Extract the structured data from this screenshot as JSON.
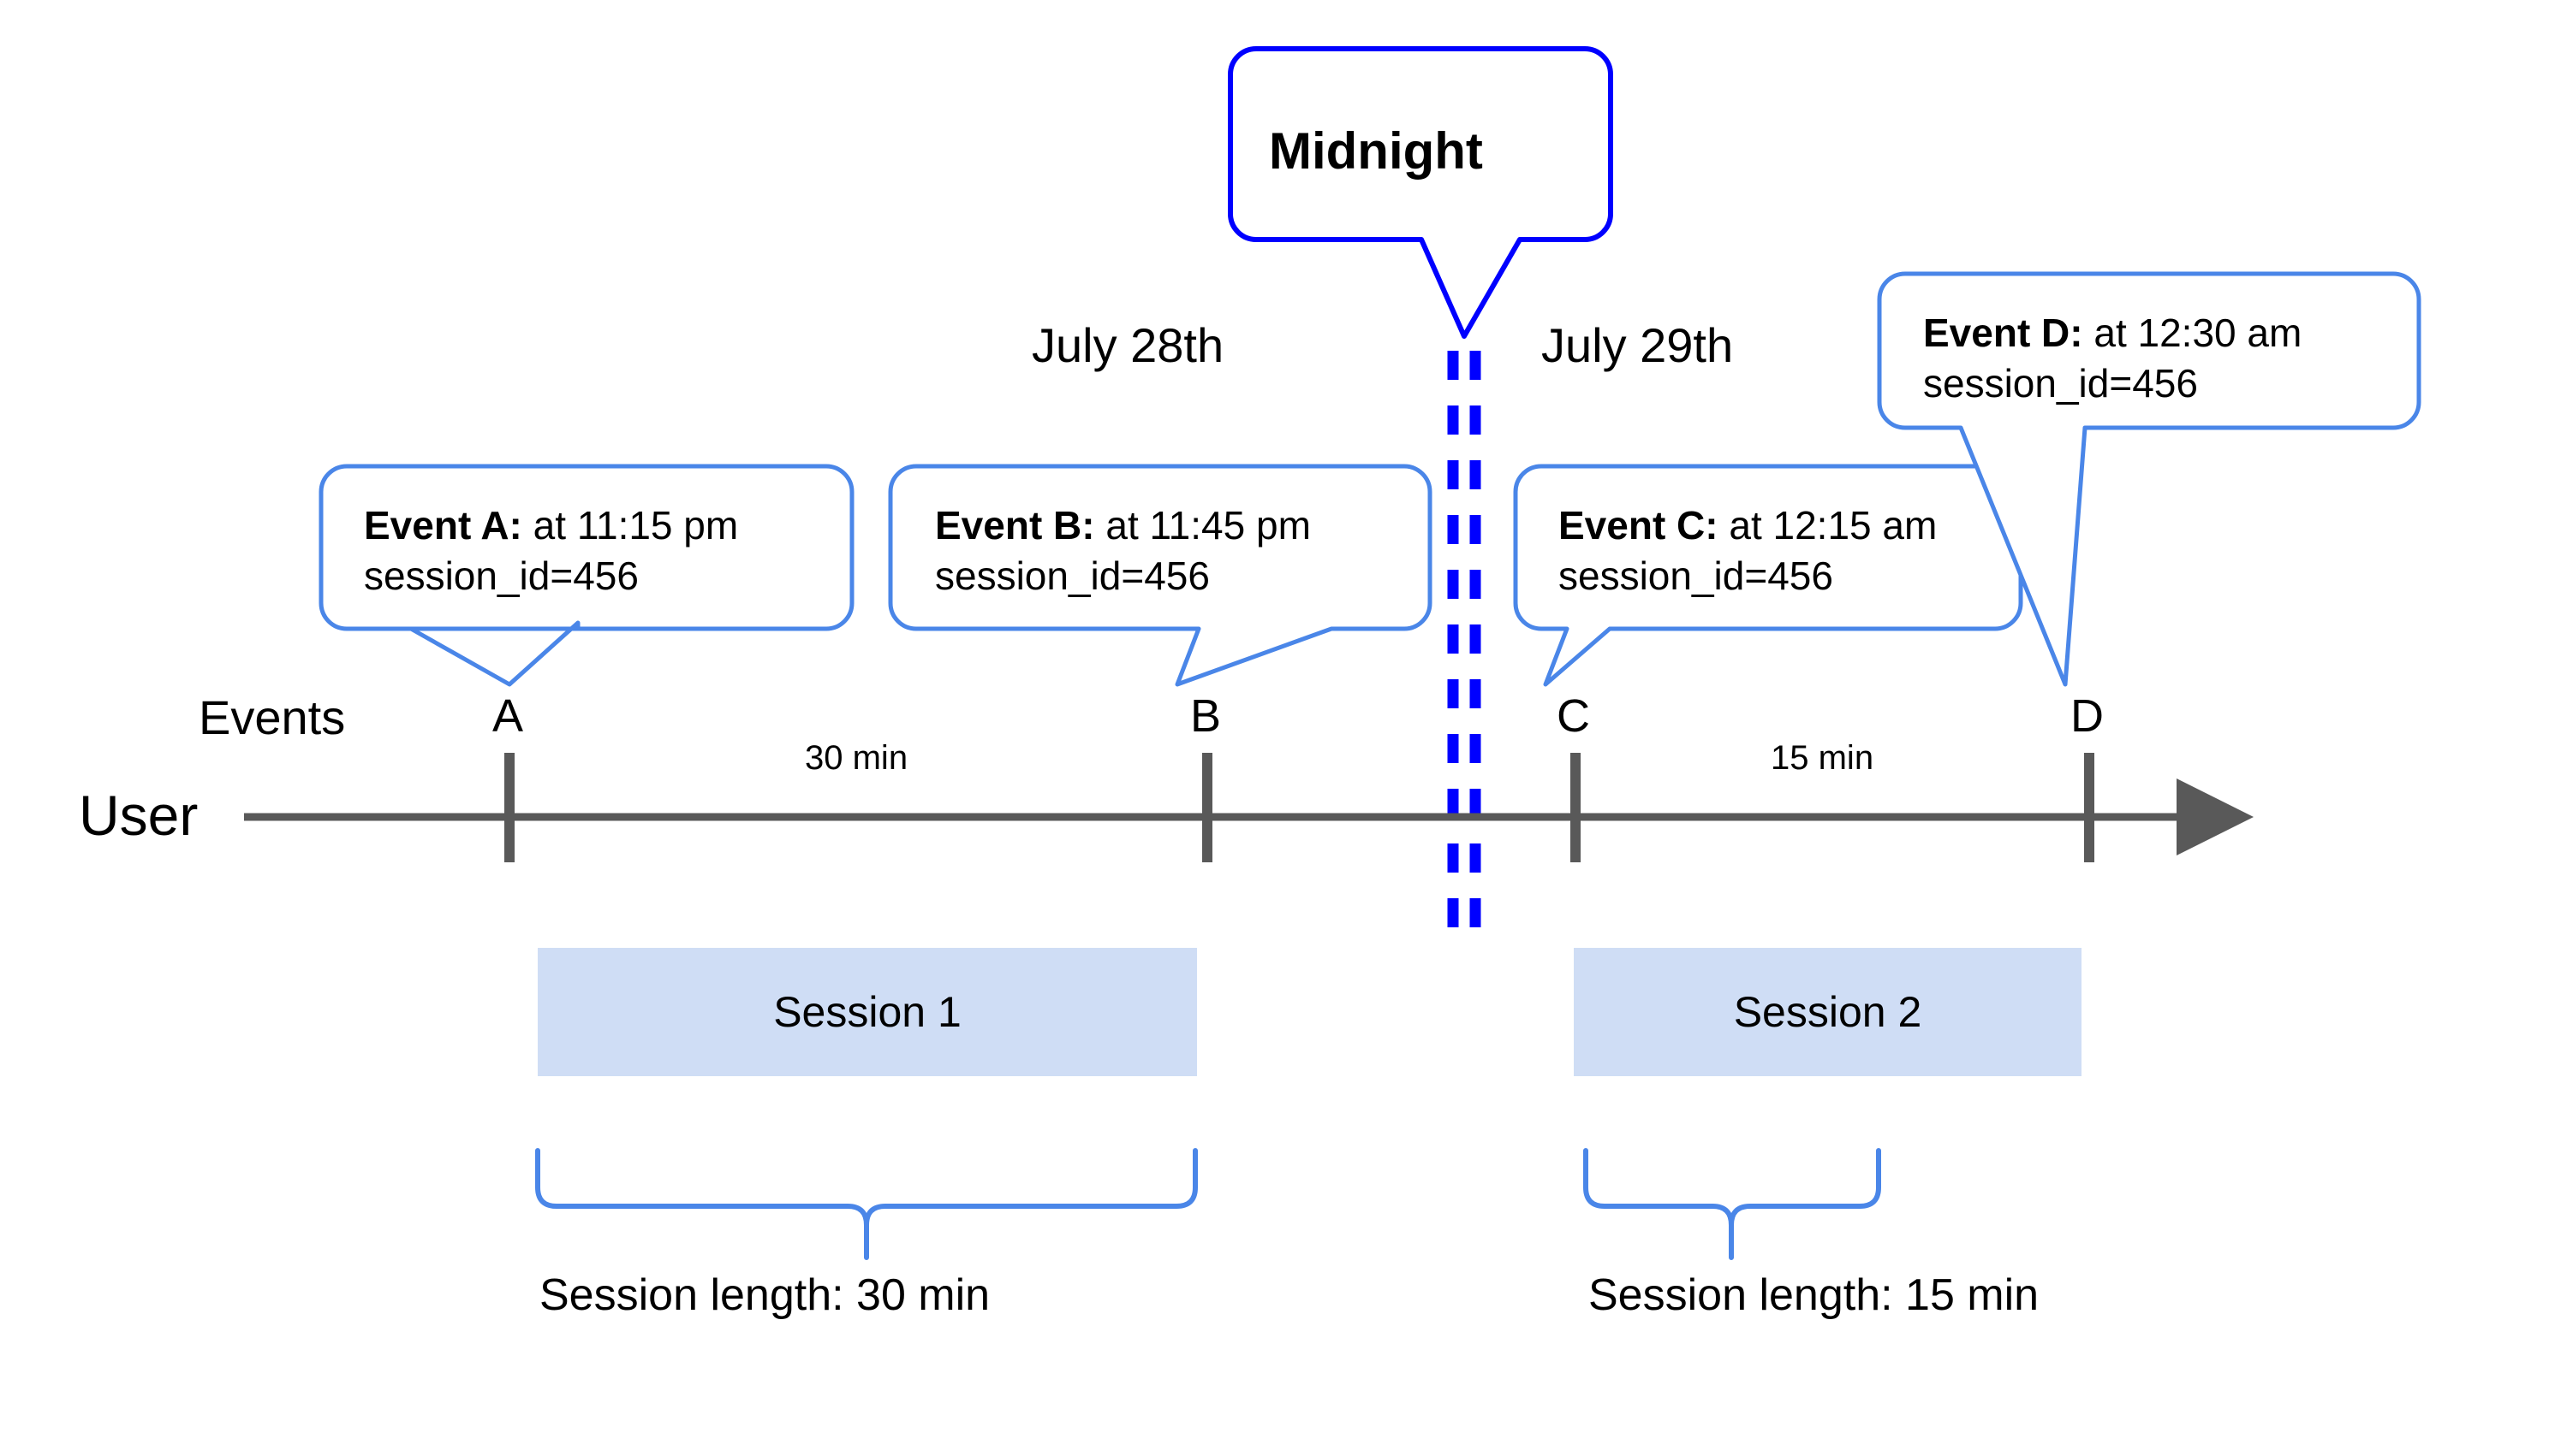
{
  "diagram": {
    "title_callout": {
      "label": "Midnight"
    },
    "axis": {
      "row_label": "User",
      "events_label": "Events",
      "markers": [
        "A",
        "B",
        "C",
        "D"
      ],
      "durations": [
        "30 min",
        "15 min"
      ]
    },
    "dates": {
      "left": "July 28th",
      "right": "July 29th"
    },
    "events": [
      {
        "name": "Event A:",
        "detail": " at 11:15 pm",
        "session": "session_id=456"
      },
      {
        "name": "Event B:",
        "detail": " at 11:45 pm",
        "session": "session_id=456"
      },
      {
        "name": "Event C:",
        "detail": " at 12:15 am",
        "session": "session_id=456"
      },
      {
        "name": "Event D:",
        "detail": " at 12:30 am",
        "session": "session_id=456"
      }
    ],
    "sessions": [
      {
        "label": "Session 1",
        "length_label": "Session length: 30 min"
      },
      {
        "label": "Session 2",
        "length_label": "Session length: 15 min"
      }
    ],
    "colors": {
      "midnight_blue": "#0000FF",
      "callout_blue": "#4A86E8",
      "axis_gray": "#595959",
      "session_fill": "#CFDDF5"
    }
  }
}
